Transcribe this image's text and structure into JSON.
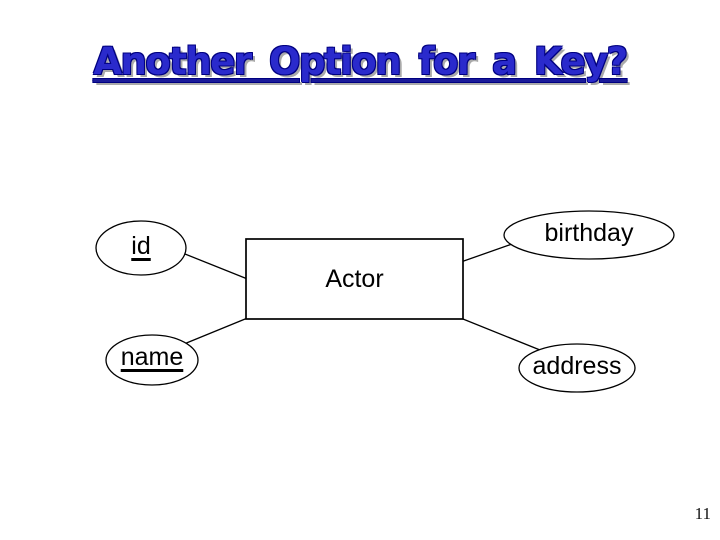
{
  "slide": {
    "title": "Another Option for a Key?",
    "page_number": "11",
    "background_color": "#ffffff",
    "title_color": "#2a2acc",
    "title_shadow_color": "#aaaaaa",
    "diagram_line_color": "#000000"
  },
  "diagram": {
    "type": "er-diagram",
    "entity": {
      "label": "Actor",
      "shape": "rectangle"
    },
    "attributes": [
      {
        "label": "id",
        "shape": "ellipse",
        "is_key": true
      },
      {
        "label": "birthday",
        "shape": "ellipse",
        "is_key": false
      },
      {
        "label": "name",
        "shape": "ellipse",
        "is_key": true
      },
      {
        "label": "address",
        "shape": "ellipse",
        "is_key": false
      }
    ]
  }
}
